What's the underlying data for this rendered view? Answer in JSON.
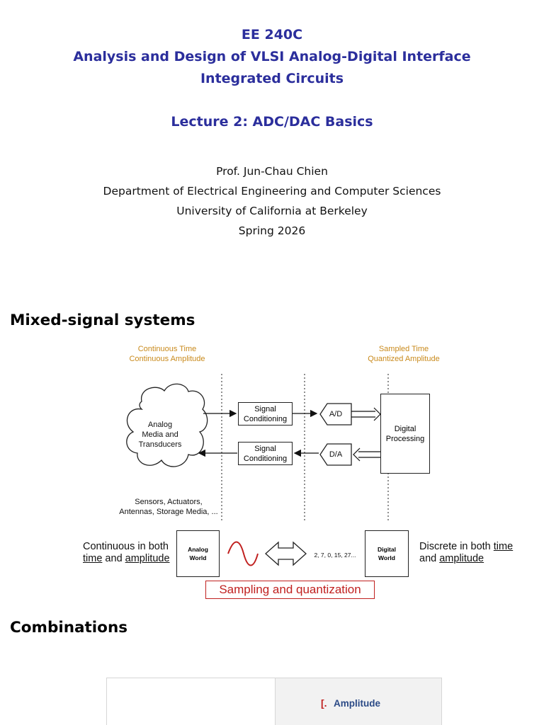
{
  "header": {
    "course": "EE 240C",
    "course_title_line1": "Analysis and Design of VLSI Analog-Digital Interface",
    "course_title_line2": "Integrated Circuits",
    "lecture": "Lecture 2: ADC/DAC Basics"
  },
  "author": {
    "name": "Prof. Jun-Chau Chien",
    "department": "Department of Electrical Engineering and Computer Sciences",
    "university": "University of California at Berkeley",
    "term": "Spring 2026"
  },
  "sections": {
    "mixed_signal": "Mixed-signal systems",
    "combinations": "Combinations"
  },
  "diagram": {
    "left_label_1": "Continuous Time",
    "left_label_2": "Continuous Amplitude",
    "right_label_1": "Sampled Time",
    "right_label_2": "Quantized Amplitude",
    "cloud_1": "Analog",
    "cloud_2": "Media and",
    "cloud_3": "Transducers",
    "cond_top_1": "Signal",
    "cond_top_2": "Conditioning",
    "cond_bot_1": "Signal",
    "cond_bot_2": "Conditioning",
    "ad": "A/D",
    "da": "D/A",
    "dsp_1": "Digital",
    "dsp_2": "Processing",
    "sensors_1": "Sensors, Actuators,",
    "sensors_2": "Antennas, Storage Media, ..."
  },
  "world": {
    "left_text_1": "Continuous in both",
    "left_word_time": "time",
    "left_word_and": " and ",
    "left_word_amp": "amplitude",
    "analog_1": "Analog",
    "analog_2": "World",
    "sequence": "2, 7, 0, 15, 27...",
    "digital_1": "Digital",
    "digital_2": "World",
    "right_text_1": "Discrete in both ",
    "right_word_time": "time",
    "right_word_and": "and ",
    "right_word_amp": "amplitude",
    "sampling": "Sampling and quantization"
  },
  "table": {
    "header_right": "Amplitude"
  }
}
